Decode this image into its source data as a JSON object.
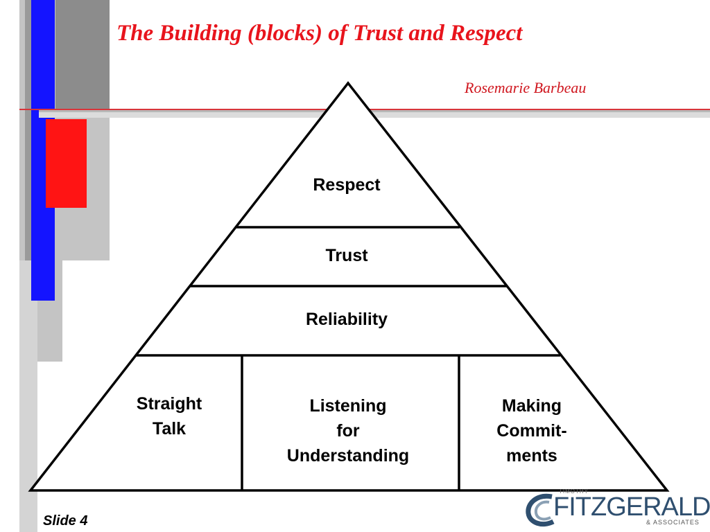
{
  "title": "The Building (blocks) of Trust and Respect",
  "author": "Rosemarie Barbeau",
  "pyramid": {
    "levels": [
      "Respect",
      "Trust",
      "Reliability"
    ],
    "foundation": [
      "Straight\nTalk",
      "Listening\nfor\nUnderstanding",
      "Making\nCommit-\nments"
    ]
  },
  "footer": {
    "slide_label": "Slide 4",
    "logo_top": "TIMOTHY",
    "logo_main": "FITZGERALD",
    "logo_sub": "& ASSOCIATES"
  },
  "colors": {
    "title_red": "#e8141c",
    "accent_blue": "#1414ff",
    "accent_red": "#ff1414",
    "gray": "#bcbcbc"
  }
}
